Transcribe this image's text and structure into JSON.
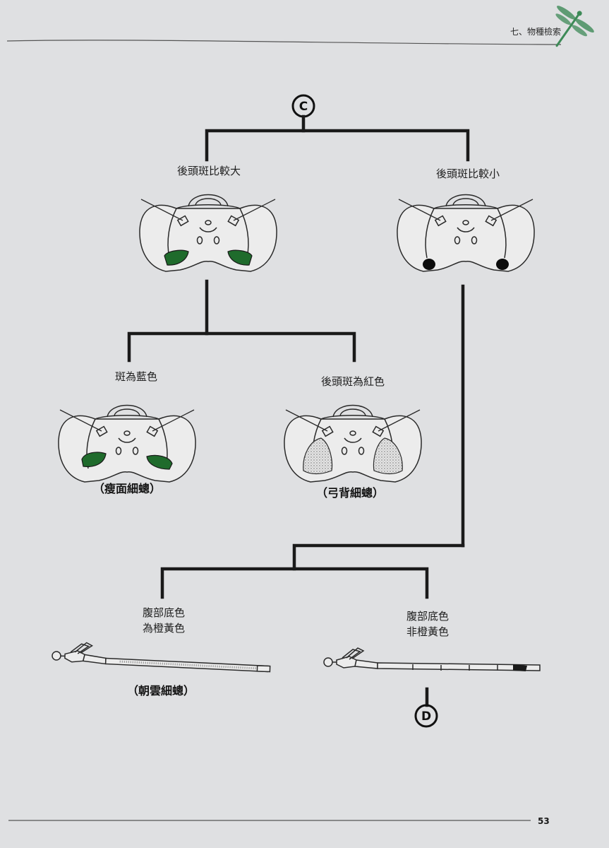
{
  "header": {
    "section_title": "七、物種檢索",
    "page_number": "53"
  },
  "nodes": {
    "start": "C",
    "end": "D"
  },
  "branches": {
    "large_spot": "後頭斑比較大",
    "small_spot": "後頭斑比較小",
    "blue_spot": "斑為藍色",
    "red_spot": "後頭斑為紅色",
    "orange_abdomen_line1": "腹部底色",
    "orange_abdomen_line2": "為橙黃色",
    "non_orange_abdomen_line1": "腹部底色",
    "non_orange_abdomen_line2": "非橙黃色"
  },
  "species": {
    "thin_face": "（瘦面細蟌）",
    "bow_back": "（弓背細蟌）",
    "morning_cloud": "（朝雲細蟌）"
  },
  "colors": {
    "spot_green": "#1f6b2c",
    "spot_black": "#0c0c0c",
    "spot_dotted_fill": "#d6d6d6",
    "accent_dragonfly": "#3d8a57",
    "tree_line": "#1a1a1a"
  },
  "icons": [
    "dragonfly-icon"
  ]
}
